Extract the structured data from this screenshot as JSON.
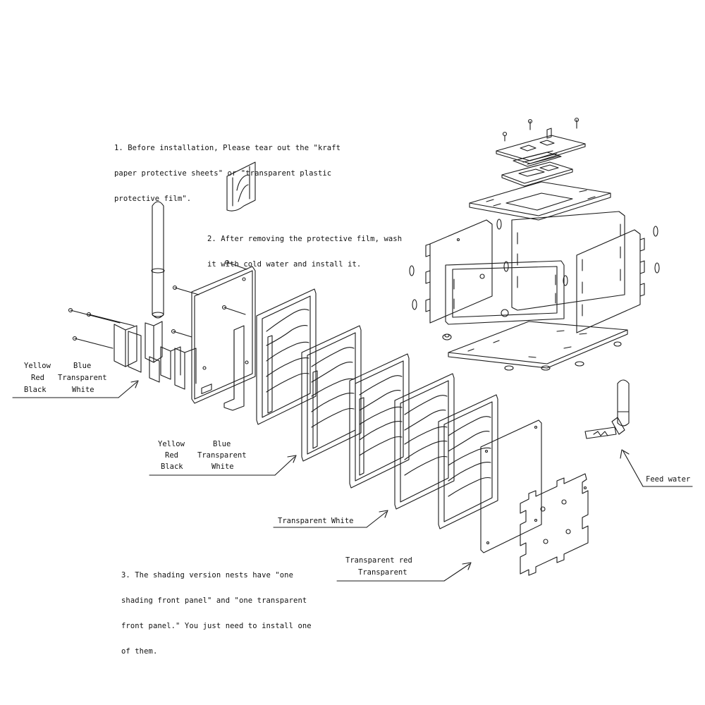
{
  "notes": {
    "note1": [
      "1. Before installation, Please tear out the \"kraft",
      "paper protective sheets\" or \"transparent plastic",
      "protective film\"."
    ],
    "note2": [
      "2. After removing the protective film, wash",
      "it with cold water and install it."
    ],
    "note3": [
      "3. The shading version nests have \"one",
      "shading front panel\" and \"one transparent",
      "front panel.\" You just need to install one",
      "of them."
    ]
  },
  "labels": {
    "group1": {
      "yellow": "Yellow",
      "blue": "Blue",
      "red": "Red",
      "transparent": "Transparent",
      "black": "Black",
      "white": "White"
    },
    "group2": {
      "yellow": "Yellow",
      "blue": "Blue",
      "red": "Red",
      "transparent": "Transparent",
      "black": "Black",
      "white": "White"
    },
    "transparent_white": "Transparent White",
    "transparent_red": "Transparent red",
    "transparent": "Transparent",
    "feed_water": "Feed water"
  },
  "colors": {
    "ink": "#1a1a1a",
    "background": "#ffffff"
  }
}
